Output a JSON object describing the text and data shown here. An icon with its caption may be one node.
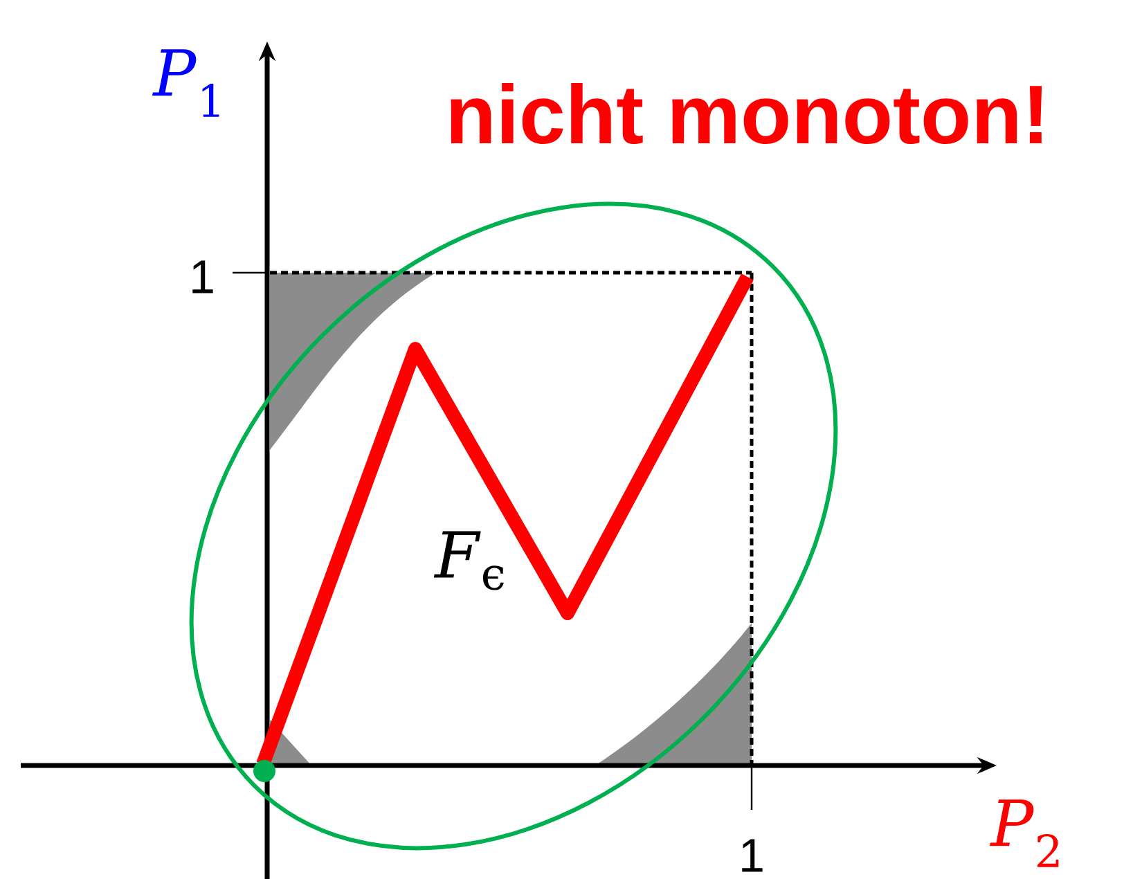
{
  "diagram": {
    "labels": [
      "*P*$_{1}$",
      "nicht monoton!",
      "1",
      "*F*$_{ϵ}$",
      "1",
      "*P*$_{2}$"
    ]
  }
}
